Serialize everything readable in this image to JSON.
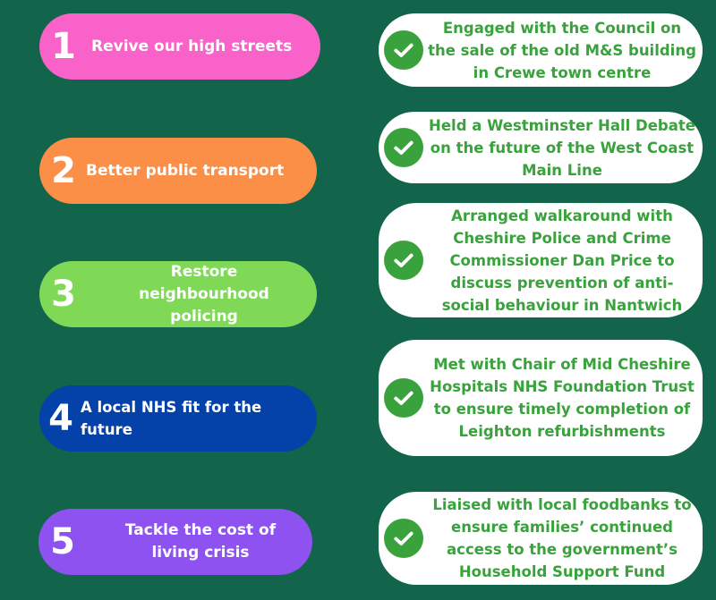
{
  "colors": {
    "background": "#12644a",
    "pill_1": "#f962c9",
    "pill_2": "#fb8f48",
    "pill_3": "#7fd957",
    "pill_4": "#0441a8",
    "pill_5": "#8d52f0",
    "check": "#3aa23d",
    "card": "#ffffff"
  },
  "pledges": [
    {
      "number": "1",
      "label": "Revive our high streets"
    },
    {
      "number": "2",
      "label": "Better public transport"
    },
    {
      "number": "3",
      "label": "Restore neighbourhood policing"
    },
    {
      "number": "4",
      "label": "A local NHS fit for the future"
    },
    {
      "number": "5",
      "label": "Tackle the cost of living crisis"
    }
  ],
  "achievements": [
    {
      "icon": "check-circle-icon",
      "text": "Engaged with the Council on the sale of the old M&S building in Crewe town centre"
    },
    {
      "icon": "check-circle-icon",
      "text": "Held a Westminster Hall Debate on the future of the West Coast Main Line"
    },
    {
      "icon": "check-circle-icon",
      "text": "Arranged walkaround with Cheshire Police and Crime Commissioner Dan Price to discuss prevention of anti-social behaviour in Nantwich"
    },
    {
      "icon": "check-circle-icon",
      "text": "Met with Chair of Mid Cheshire Hospitals NHS Foundation Trust to ensure timely completion of Leighton refurbishments"
    },
    {
      "icon": "check-circle-icon",
      "text": "Liaised with local foodbanks to ensure families’ continued access to the government’s Household Support Fund"
    }
  ]
}
